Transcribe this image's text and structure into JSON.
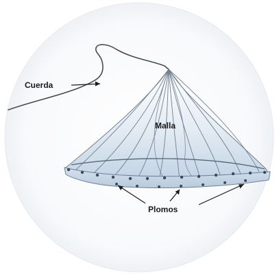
{
  "labels": {
    "rope": "Cuerda",
    "net": "Malla",
    "weights": "Plomos"
  },
  "colors": {
    "circle_bg": "#fafbfd",
    "net_top": "#ffffff",
    "net_bottom": "#c6d6e6",
    "net_line": "#6f7f90",
    "ring_fill": "#c9d9e8",
    "weight": "#3b4a5a",
    "rope": "#4a4a4a",
    "text": "#1a1a1a"
  },
  "icons": [
    "cast-net-illustration",
    "lead-weight-icon"
  ]
}
